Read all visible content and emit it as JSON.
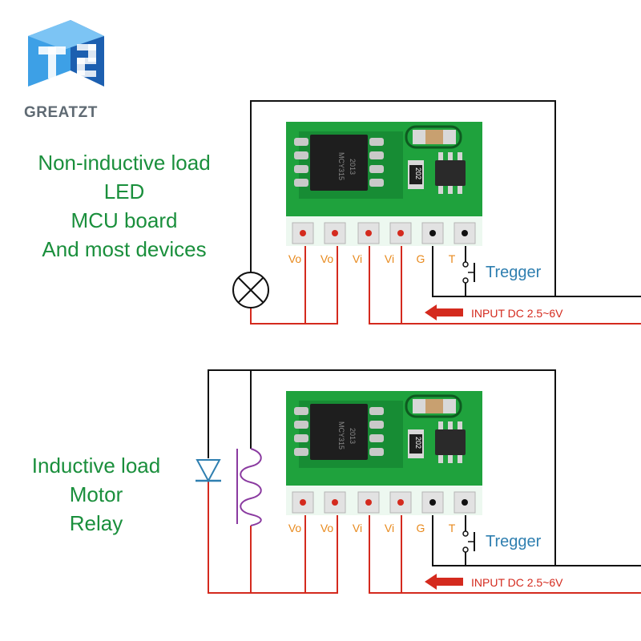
{
  "logo": {
    "brand": "GREATZT",
    "colors": {
      "blue_light": "#3da0e6",
      "blue_dark": "#1c5fb0",
      "text": "#5f6a73"
    }
  },
  "colors": {
    "pcb": "#1fa23d",
    "pcb_dark": "#16852f",
    "label_green": "#1a8f3c",
    "pin_orange": "#e8891c",
    "wire_red": "#d42a1e",
    "trigger_blue": "#2f7fb0"
  },
  "top_section": {
    "labels": [
      "Non-inductive load",
      "LED",
      "MCU board",
      "And most devices"
    ],
    "pins": [
      "Vo",
      "Vo",
      "Vi",
      "Vi",
      "G",
      "T"
    ],
    "chip_marking": [
      "MCY315",
      "2013"
    ],
    "resistor_marking": "202",
    "trigger_label": "Tregger",
    "input_label": "INPUT DC 2.5~6V"
  },
  "bottom_section": {
    "labels": [
      "Inductive load",
      "Motor",
      "Relay"
    ],
    "pins": [
      "Vo",
      "Vo",
      "Vi",
      "Vi",
      "G",
      "T"
    ],
    "chip_marking": [
      "MCY315",
      "2013"
    ],
    "resistor_marking": "202",
    "trigger_label": "Tregger",
    "input_label": "INPUT DC 2.5~6V"
  }
}
